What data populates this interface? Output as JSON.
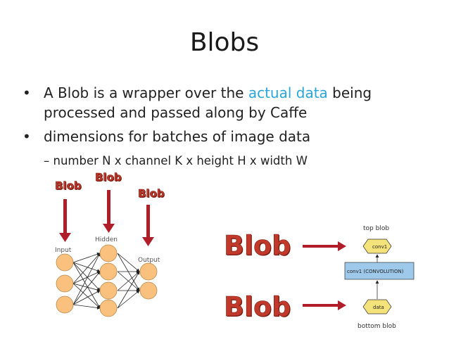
{
  "slide": {
    "title": "Blobs",
    "bullets": [
      {
        "pre": "A Blob is a wrapper over the ",
        "accent": "actual data",
        "post": " being processed and passed along by Caffe"
      },
      {
        "text": "dimensions for batches of image data"
      }
    ],
    "sub_bullet": "number N x channel K x height H x width W",
    "bullet_symbol": "•",
    "dash_symbol": "–"
  },
  "network_diagram": {
    "blob_labels": [
      "Blob",
      "Blob",
      "Blob"
    ],
    "layer_labels": [
      "Input",
      "Hidden",
      "Output"
    ]
  },
  "caffe_diagram": {
    "blob_labels": [
      "Blob",
      "Blob"
    ],
    "top_label": "top blob",
    "bottom_label": "bottom blob",
    "top_node": "conv1",
    "layer_box": "conv1 (CONVOLUTION)",
    "bottom_node": "data"
  },
  "colors": {
    "accent": "#2aa6d9",
    "blob_red": "#c0392b",
    "arrow_red": "#b01e2a",
    "neuron_fill": "#f9c07e",
    "node_fill": "#f4e27a",
    "layer_fill": "#9ec9ea"
  }
}
